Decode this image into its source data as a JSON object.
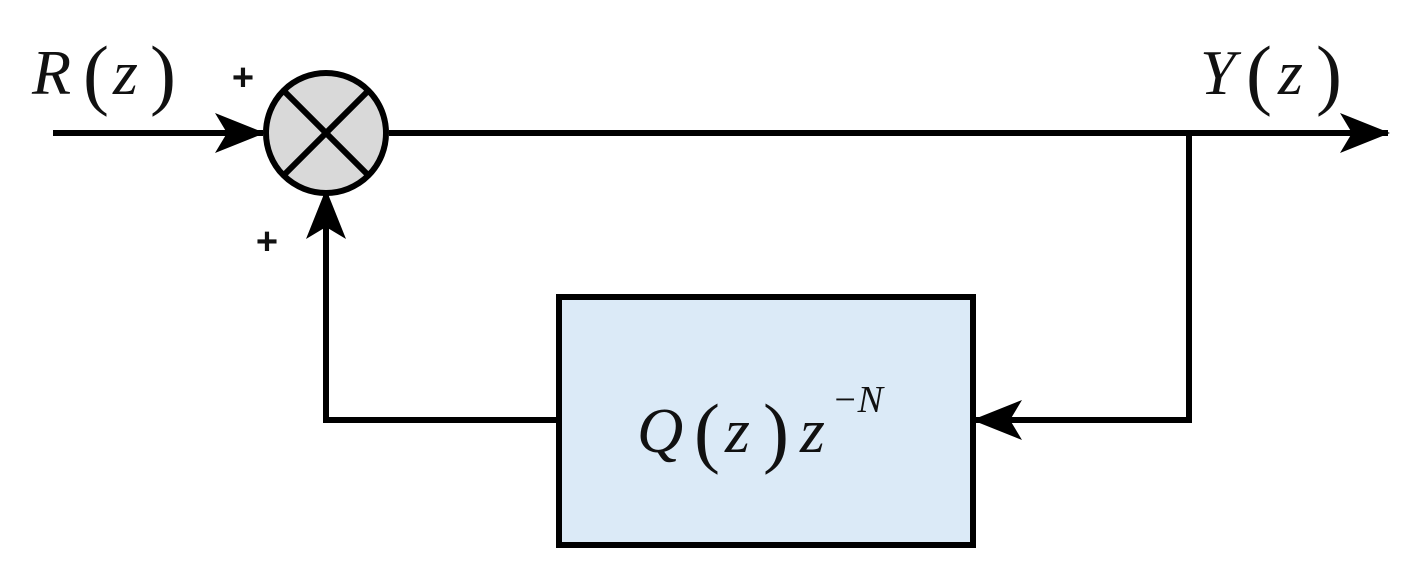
{
  "input_signal": {
    "name": "R",
    "arg": "z",
    "sign": "+"
  },
  "output_signal": {
    "name": "Y",
    "arg": "z"
  },
  "feedback_block": {
    "func": "Q",
    "arg": "z",
    "var": "z",
    "exponent": "−N",
    "sign": "+"
  },
  "colors": {
    "line": "#000000",
    "summing_junction_fill": "#d9d9d9",
    "block_fill": "#dbeaf7"
  }
}
